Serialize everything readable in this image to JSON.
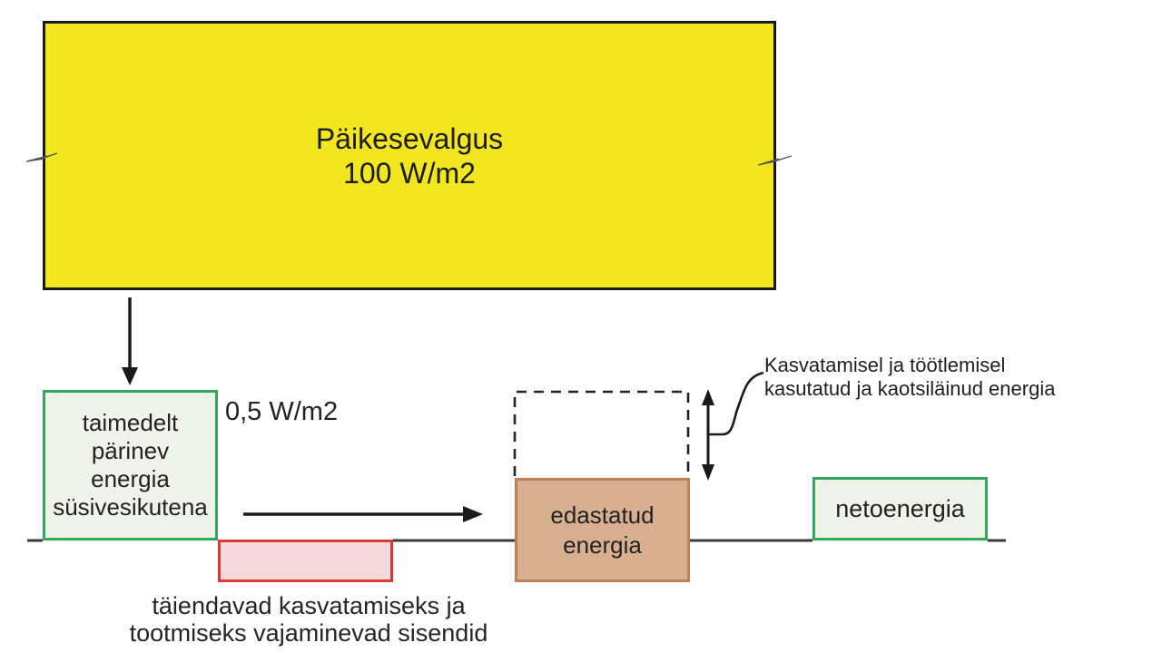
{
  "diagram": {
    "sunlight_box": {
      "label": "Päikesevalgus\n100 W/m2"
    },
    "plant_energy_box": {
      "label": "taimedelt\npärinev\nenergia\nsüsivesikutena",
      "flux_label": "0,5 W/m2"
    },
    "extra_inputs": {
      "caption": "täiendavad kasvatamiseks ja\ntootmiseks vajaminevad sisendid"
    },
    "delivered_energy_box": {
      "label": "edastatud\nenergia"
    },
    "net_energy_box": {
      "label": "netoenergia"
    },
    "losses": {
      "annotation": "Kasvatamisel ja töötlemisel\nkasutatud ja kaotsiläinud energia"
    },
    "colors": {
      "sunlight_fill": "#f2e620",
      "green_border": "#35a75c",
      "light_green_fill": "#eff3ea",
      "red_border": "#d63a33",
      "pink_fill": "#f4dada",
      "tan_fill": "#d8af90",
      "tan_border": "#c08255",
      "line": "#3b3b3b",
      "arrow": "#1a1a1a"
    }
  }
}
